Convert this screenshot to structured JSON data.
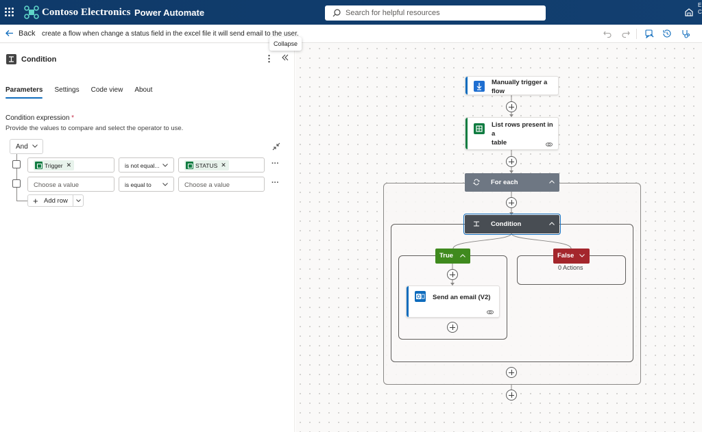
{
  "topbar": {
    "org_name": "Contoso Electronics",
    "app_name": "Power Automate",
    "search_placeholder": "Search for helpful resources",
    "env_line1": "E",
    "env_line2": "C"
  },
  "cmdbar": {
    "back_label": "Back",
    "flow_title": "create a flow when change a status field in the excel file it will send email to the user."
  },
  "tooltip": {
    "text": "Collapse"
  },
  "panel": {
    "title": "Condition",
    "more": "⋮",
    "tabs": [
      {
        "label": "Parameters",
        "active": true
      },
      {
        "label": "Settings"
      },
      {
        "label": "Code view"
      },
      {
        "label": "About"
      }
    ],
    "expression_label": "Condition expression",
    "required_mark": "*",
    "expression_desc": "Provide the values to compare and select the operator to use.",
    "group_operator": "And",
    "rows": [
      {
        "left_token": "Trigger",
        "operator": "is not equal...",
        "right_token": "STATUS",
        "more": "···"
      },
      {
        "left_placeholder": "Choose a value",
        "operator": "is equal to",
        "right_placeholder": "Choose a value",
        "more": "···"
      }
    ],
    "add_row_label": "Add row"
  },
  "canvas": {
    "trigger_title_1": "Manually trigger a",
    "trigger_title_2": "flow",
    "list_rows_title_1": "List rows present in a",
    "list_rows_title_2": "table",
    "foreach_title": "For each",
    "condition_title": "Condition",
    "true_label": "True",
    "false_label": "False",
    "false_actions": "0 Actions",
    "send_email_title": "Send an email (V2)"
  },
  "colors": {
    "topbar": "#0f3a69",
    "accent": "#0f6cbd",
    "excel": "#107c41",
    "true_branch": "#3f8a1e",
    "false_branch": "#a4262c",
    "foreach_head": "#6e7783",
    "condition_head": "#484d53"
  }
}
